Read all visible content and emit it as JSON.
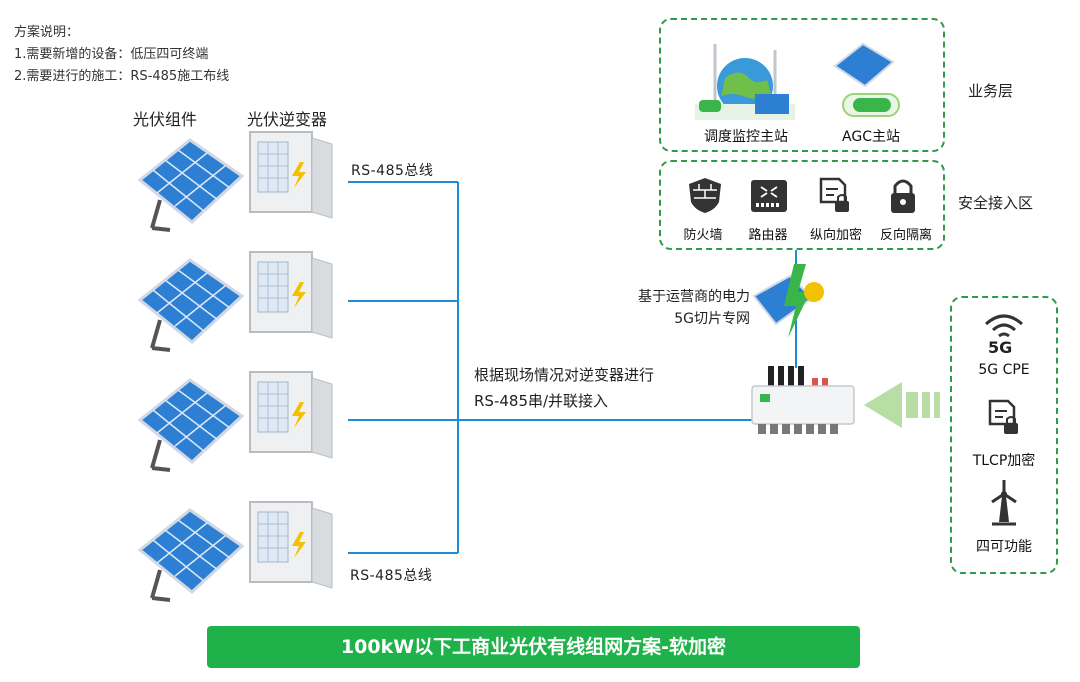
{
  "notes": {
    "title": "方案说明：",
    "line1": "1.需要新增的设备：低压四可终端",
    "line2": "2.需要进行的施工：RS-485施工布线"
  },
  "columns": {
    "pv_module": "光伏组件",
    "pv_inverter": "光伏逆变器"
  },
  "bus": {
    "top": "RS-485总线",
    "bottom": "RS-485总线"
  },
  "middle": {
    "line1": "根据现场情况对逆变器进行",
    "line2": "RS-485串/并联接入"
  },
  "network": {
    "line1": "基于运营商的电力",
    "line2": "5G切片专网"
  },
  "business_layer": {
    "label": "业务层",
    "items": [
      "调度监控主站",
      "AGC主站"
    ]
  },
  "security_zone": {
    "label": "安全接入区",
    "items": [
      "防火墙",
      "路由器",
      "纵向加密",
      "反向隔离"
    ]
  },
  "right_panel": {
    "items": [
      "5G CPE",
      "TLCP加密",
      "四可功能"
    ],
    "badge_5g": "5G"
  },
  "footer": {
    "title": "100kW以下工商业光伏有线组网方案-软加密"
  },
  "colors": {
    "green": "#2f9a48",
    "footer_green": "#20b24a",
    "wire_blue": "#1a8fd6",
    "panel_blue": "#2d7fd3"
  }
}
